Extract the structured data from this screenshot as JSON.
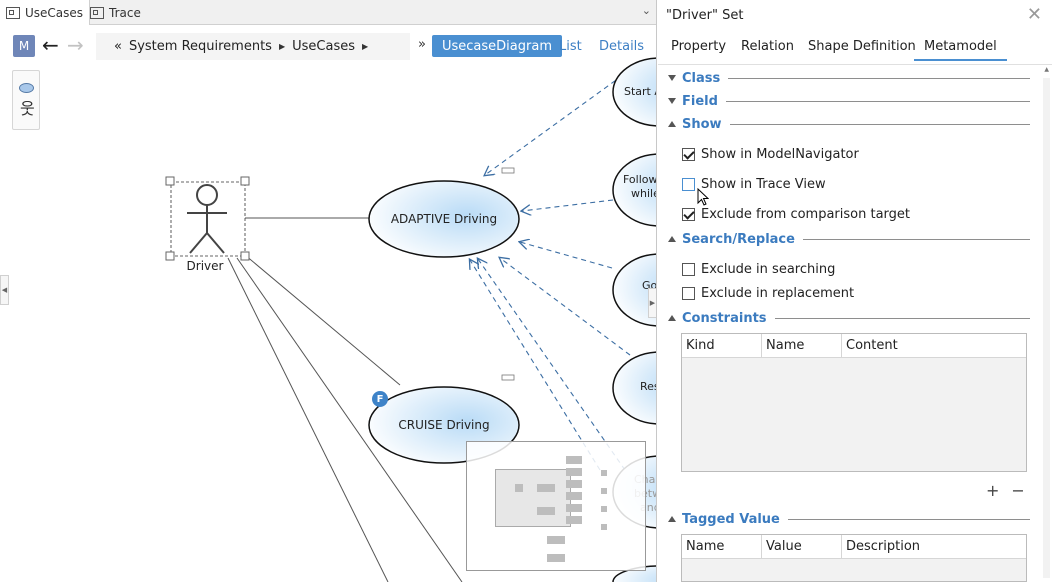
{
  "editor": {
    "tabs": [
      {
        "label": "UseCases",
        "icon": "usecase-diagram-icon"
      },
      {
        "label": "Trace",
        "icon": "trace-icon"
      }
    ],
    "nav_badge": "M",
    "breadcrumb": {
      "prefix": "«",
      "items": [
        "System Requirements",
        "UseCases"
      ]
    },
    "more": "»",
    "views": [
      "UsecaseDiagram",
      "List",
      "Details"
    ],
    "diagram": {
      "actor": "Driver",
      "usecases": {
        "adaptive": "ADAPTIVE Driving",
        "cruise": "CRUISE Driving",
        "start": "Start A",
        "follow_1": "Follow",
        "follow_2": "while",
        "go": "Go",
        "res": "Res",
        "chan_1": "Char",
        "chan_2": "betw",
        "chan_3": "and"
      },
      "cruise_badge": "F"
    }
  },
  "panel": {
    "title": "\"Driver\" Set",
    "tabs": [
      "Property",
      "Relation",
      "Shape Definition",
      "Metamodel"
    ],
    "active_tab": "Metamodel",
    "sections": {
      "class": "Class",
      "field": "Field",
      "show": "Show",
      "search": "Search/Replace",
      "constraints": "Constraints",
      "tagged": "Tagged Value"
    },
    "show_options": [
      {
        "label": "Show in ModelNavigator",
        "checked": true
      },
      {
        "label": "Show in Trace View",
        "checked": false
      },
      {
        "label": "Exclude from comparison target",
        "checked": true
      }
    ],
    "search_options": [
      {
        "label": "Exclude in searching",
        "checked": false
      },
      {
        "label": "Exclude in replacement",
        "checked": false
      }
    ],
    "constraints_columns": [
      "Kind",
      "Name",
      "Content"
    ],
    "tagged_columns": [
      "Name",
      "Value",
      "Description"
    ],
    "add_symbol": "+",
    "remove_symbol": "−"
  }
}
